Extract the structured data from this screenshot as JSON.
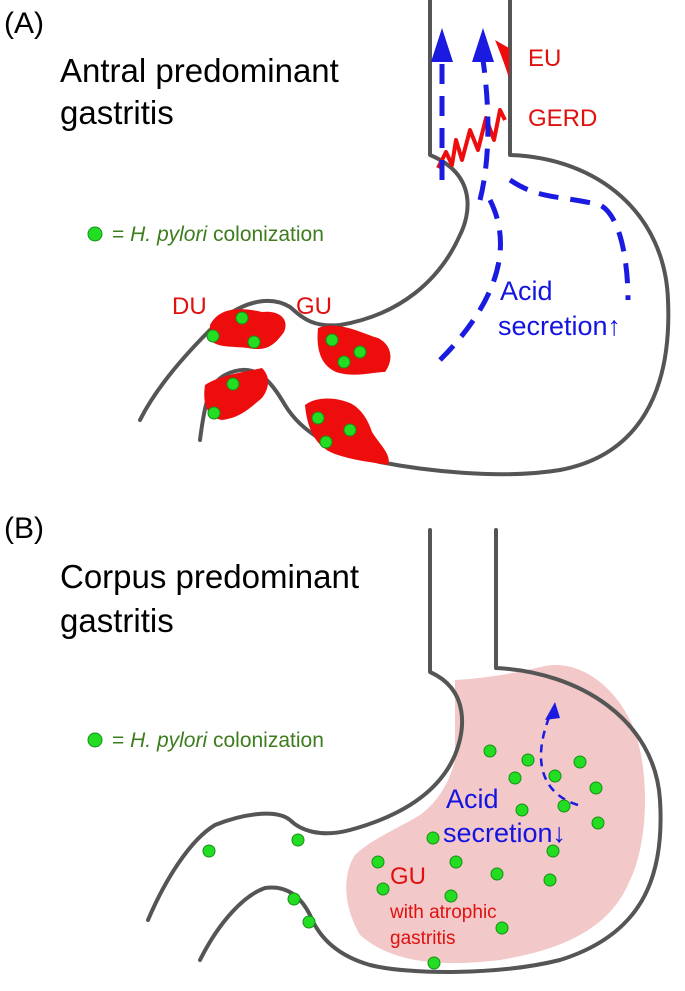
{
  "panel_a": {
    "label": "(A)",
    "title_line1": "Antral predominant",
    "title_line2": "gastritis",
    "legend_prefix": "= ",
    "legend_species": "H. pylori",
    "legend_suffix": " colonization",
    "eu_label": "EU",
    "gerd_label": "GERD",
    "du_label": "DU",
    "gu_label": "GU",
    "acid_line1": "Acid",
    "acid_line2": "secretion↑"
  },
  "panel_b": {
    "label": "(B)",
    "title_line1": "Corpus predominant",
    "title_line2": "gastritis",
    "legend_prefix": "= ",
    "legend_species": "H. pylori",
    "legend_suffix": " colonization",
    "gu_label": "GU",
    "gu_sub1": "with atrophic",
    "gu_sub2": "gastritis",
    "acid_line1": "Acid",
    "acid_line2": "secretion↓"
  },
  "colors": {
    "ulcer": "#ee0d0d",
    "colonization_dot": "#22dd22",
    "acid": "#1a1ae0",
    "atrophy_fill": "#f3c8c8",
    "wall": "#555555",
    "legend_text": "#3e7d1e"
  }
}
